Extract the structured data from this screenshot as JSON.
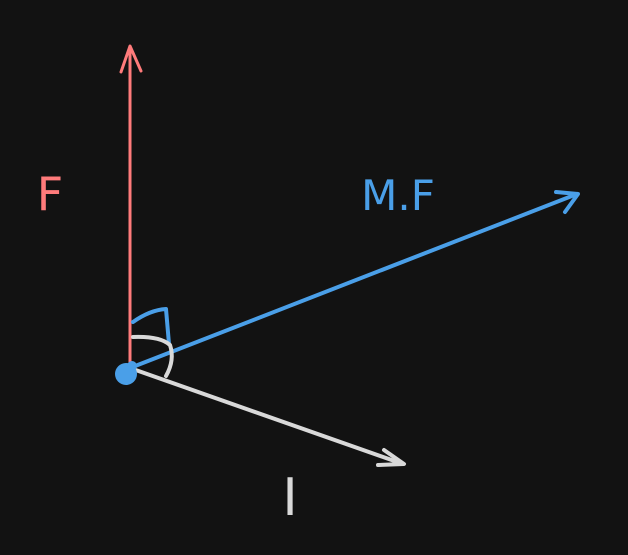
{
  "background_color": "#121212",
  "vectors": {
    "f": {
      "label": "F",
      "color": "#ff7b7b"
    },
    "mf": {
      "label": "M.F",
      "color": "#4a9fe8"
    },
    "i": {
      "label": "I",
      "color": "#d9d9d9"
    }
  },
  "origin_color": "#4a9fe8",
  "angle_marker_colors": {
    "f_to_mf": "#4a9fe8",
    "mf_to_i": "#d9d9d9"
  }
}
